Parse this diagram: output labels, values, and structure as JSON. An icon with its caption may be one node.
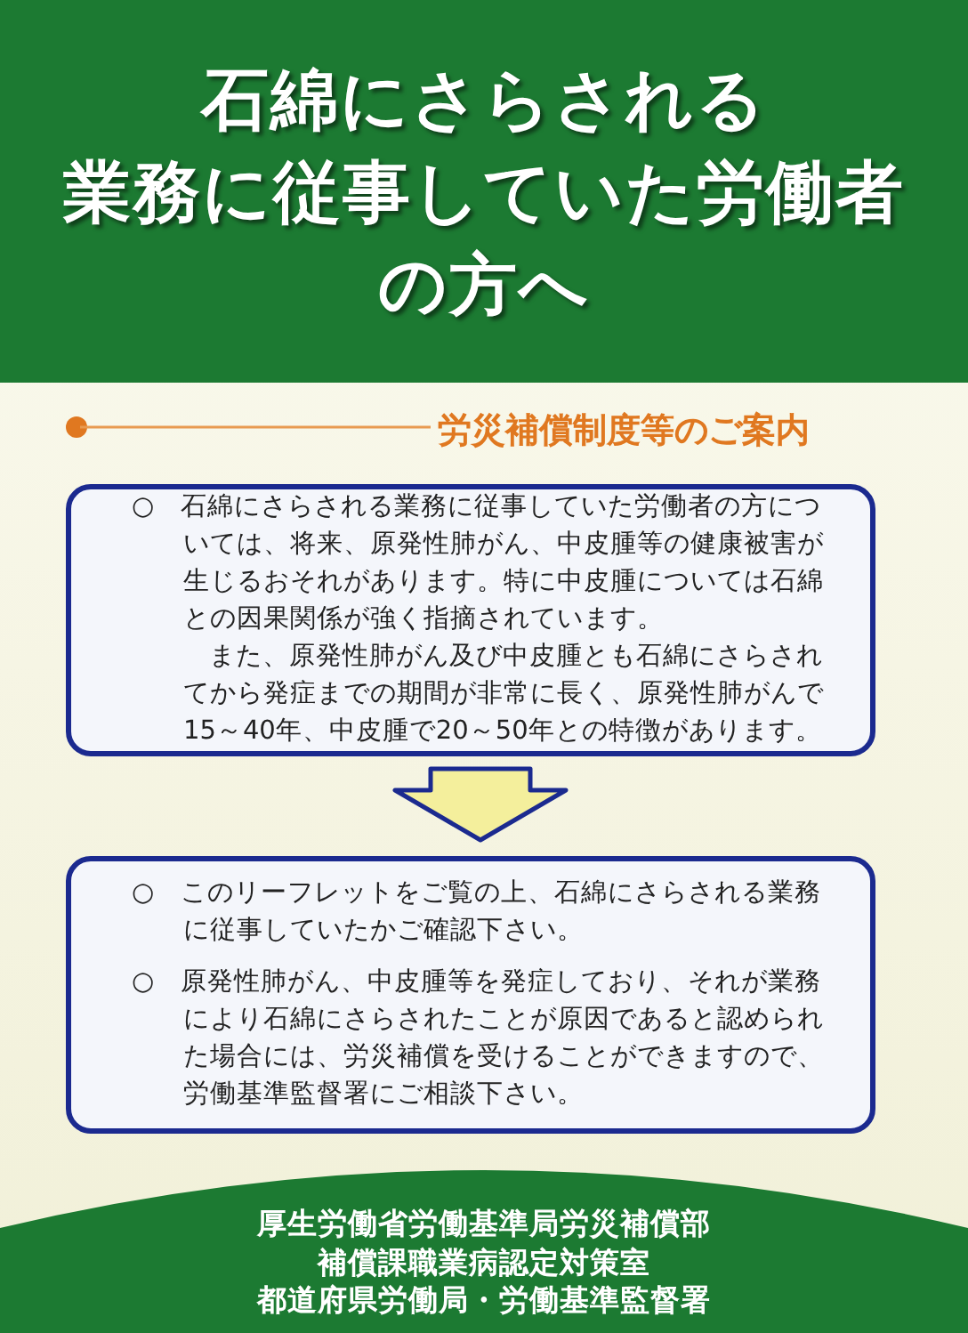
{
  "diagram": {
    "title": "石綿にさらされる業務に従事していた労働者の方へ",
    "nodes": [
      {
        "text": [
          "○　石綿にさらされる業務に従事していた労働者の方については、将来、原発性肺がん、中皮腫等の健康被害が生じるおそれがあります。特に中皮腫については石綿との因果関係が強く指摘されています。",
          "また、原発性肺がん及び中皮腫とも石綿にさらされてから発症までの期間が非常に長く、原発性肺がんで15～40年、中皮腫で20～50年との特徴があります。"
        ]
      },
      {
        "text": [
          "○　このリーフレットをご覧の上、石綿にさらされる業務に従事していたかご確認下さい。",
          "○　原発性肺がん、中皮腫等を発症しており、それが業務により石綿にさらされたことが原因であると認められた場合には、労災補償を受けることができますので、労働基準監督署にご相談下さい。"
        ]
      }
    ],
    "edges": [
      {
        "from": 0,
        "to": 1,
        "arrow": "to"
      }
    ],
    "labels": [
      "労災補償制度等のご案内",
      "厚生労働省労働基準局労災補償部",
      "補償課職業病認定対策室",
      "都道府県労働局・労働基準監督署"
    ]
  }
}
